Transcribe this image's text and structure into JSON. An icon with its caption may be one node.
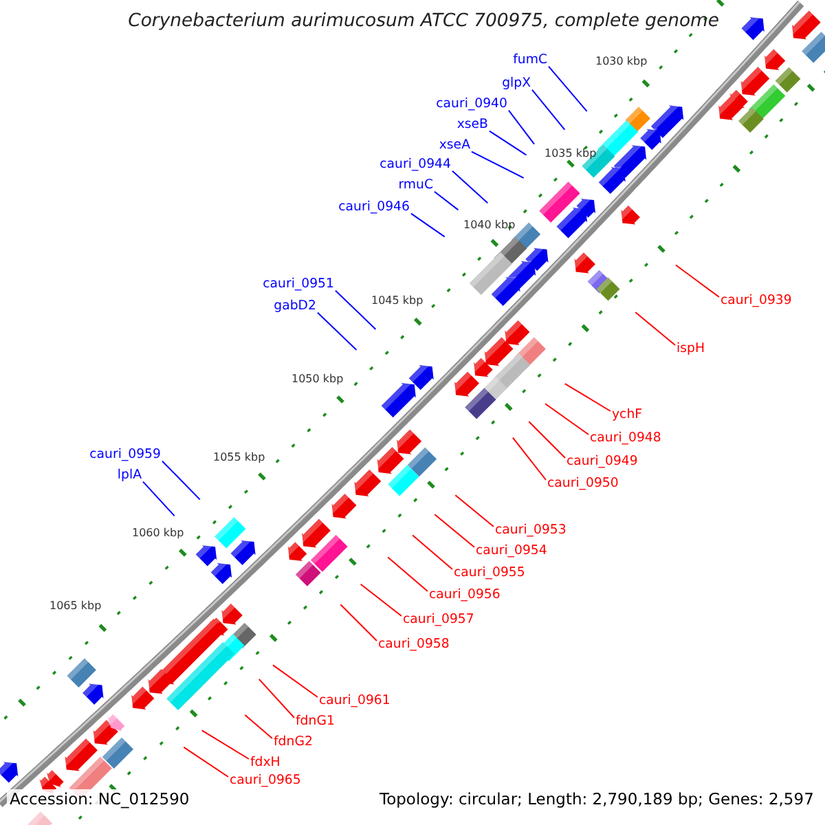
{
  "diagram": {
    "title": "Corynebacterium aurimucosum ATCC 700975, complete genome",
    "nodes": [
      {
        "text": [
          "fumC"
        ]
      },
      {
        "text": [
          "glpX"
        ]
      },
      {
        "text": [
          "cauri_0940"
        ]
      },
      {
        "text": [
          "xseB"
        ]
      },
      {
        "text": [
          "xseA"
        ]
      },
      {
        "text": [
          "cauri_0944"
        ]
      },
      {
        "text": [
          "rmuC"
        ]
      },
      {
        "text": [
          "cauri_0946"
        ]
      },
      {
        "text": [
          "cauri_0951"
        ]
      },
      {
        "text": [
          "cauri_0939"
        ]
      },
      {
        "text": [
          "gabD2"
        ]
      },
      {
        "text": [
          "ispH"
        ]
      },
      {
        "text": [
          "ychF"
        ]
      },
      {
        "text": [
          "cauri_0948"
        ]
      },
      {
        "text": [
          "cauri_0959"
        ]
      },
      {
        "text": [
          "cauri_0949"
        ]
      },
      {
        "text": [
          "lplA"
        ]
      },
      {
        "text": [
          "cauri_0950"
        ]
      },
      {
        "text": [
          "cauri_0953"
        ]
      },
      {
        "text": [
          "cauri_0954"
        ]
      },
      {
        "text": [
          "cauri_0955"
        ]
      },
      {
        "text": [
          "cauri_0956"
        ]
      },
      {
        "text": [
          "cauri_0957"
        ]
      },
      {
        "text": [
          "cauri_0958"
        ]
      },
      {
        "text": [
          "cauri_0961"
        ]
      },
      {
        "text": [
          "fdnG1"
        ]
      },
      {
        "text": [
          "fdnG2"
        ]
      },
      {
        "text": [
          "fdxH"
        ]
      },
      {
        "text": [
          "cauri_0965"
        ]
      }
    ],
    "edges": [
      {
        "from": 0,
        "to": null,
        "arrow": "none",
        "color": "#0000ff"
      },
      {
        "from": 1,
        "to": null,
        "arrow": "none",
        "color": "#0000ff"
      },
      {
        "from": 2,
        "to": null,
        "arrow": "none",
        "color": "#0000ff"
      },
      {
        "from": 3,
        "to": null,
        "arrow": "none",
        "color": "#0000ff"
      },
      {
        "from": 4,
        "to": null,
        "arrow": "none",
        "color": "#0000ff"
      },
      {
        "from": 5,
        "to": null,
        "arrow": "none",
        "color": "#0000ff"
      },
      {
        "from": 6,
        "to": null,
        "arrow": "none",
        "color": "#0000ff"
      },
      {
        "from": 7,
        "to": null,
        "arrow": "none",
        "color": "#0000ff"
      },
      {
        "from": 8,
        "to": null,
        "arrow": "none",
        "color": "#0000ff"
      },
      {
        "from": 9,
        "to": null,
        "arrow": "none"
      },
      {
        "from": 10,
        "to": null,
        "arrow": "none",
        "color": "#0000ff"
      },
      {
        "from": 11,
        "to": null,
        "arrow": "none"
      },
      {
        "from": 12,
        "to": null,
        "arrow": "none"
      },
      {
        "from": 13,
        "to": null,
        "arrow": "none"
      },
      {
        "from": 14,
        "to": null,
        "arrow": "none",
        "color": "#0000ff"
      },
      {
        "from": 15,
        "to": null,
        "arrow": "none"
      },
      {
        "from": 16,
        "to": null,
        "arrow": "none",
        "color": "#0000ff"
      },
      {
        "from": 17,
        "to": null,
        "arrow": "none"
      },
      {
        "from": 18,
        "to": null,
        "arrow": "none"
      },
      {
        "from": 19,
        "to": null,
        "arrow": "none"
      },
      {
        "from": 20,
        "to": null,
        "arrow": "none"
      },
      {
        "from": 21,
        "to": null,
        "arrow": "none"
      },
      {
        "from": 22,
        "to": null,
        "arrow": "none"
      },
      {
        "from": 23,
        "to": null,
        "arrow": "none"
      },
      {
        "from": 24,
        "to": null,
        "arrow": "none"
      },
      {
        "from": 25,
        "to": null,
        "arrow": "none"
      },
      {
        "from": 26,
        "to": null,
        "arrow": "none"
      },
      {
        "from": 27,
        "to": null,
        "arrow": "none"
      },
      {
        "from": 28,
        "to": null,
        "arrow": "none"
      }
    ],
    "labels": [
      "1030 kbp",
      "1035 kbp",
      "1040 kbp",
      "1045 kbp",
      "1050 kbp",
      "1055 kbp",
      "1060 kbp",
      "1065 kbp",
      "Accession: NC_012590",
      "Topology: circular; Length: 2,790,189 bp; Genes: 2,597"
    ]
  }
}
